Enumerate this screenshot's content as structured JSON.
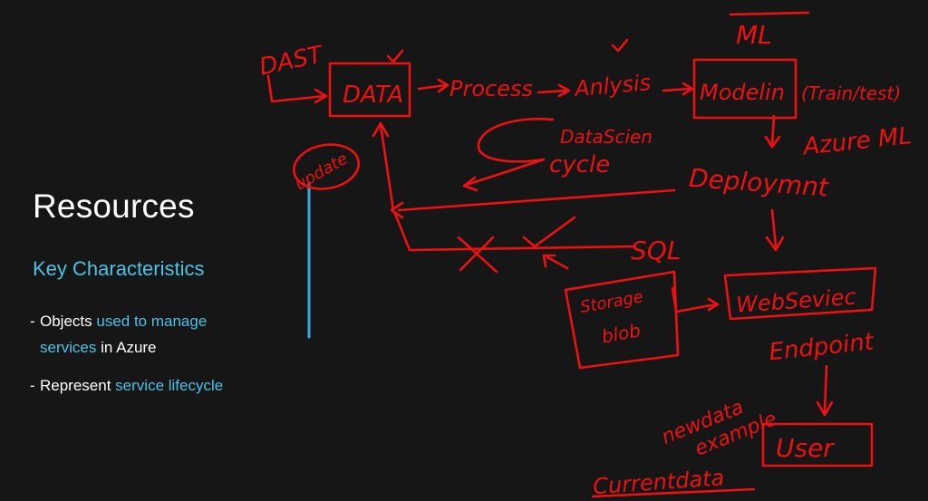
{
  "slide": {
    "title": "Resources",
    "subtitle": "Key Characteristics",
    "bullets": [
      {
        "dash": "-",
        "parts": {
          "a": "Objects ",
          "b": "used to manage services",
          "c": " in Azure"
        }
      },
      {
        "dash": "-",
        "parts": {
          "a": "Represent ",
          "b": "service lifecycle",
          "c": ""
        }
      }
    ]
  },
  "annotations": {
    "color": "#ee1111",
    "marker_color": "#3aa7e0",
    "labels": {
      "dast": "DAST",
      "data": "DATA",
      "process": "Process",
      "analysis": "Anlysis",
      "modeling": "Modelin",
      "train_test": "(Train/test)",
      "ml": "ML",
      "data_science": "DataScien",
      "cycle": "cycle",
      "azure_ml": "Azure ML",
      "update": "update",
      "deployment": "Deploymnt",
      "sql": "SQL",
      "storage": "Storage",
      "blob": "blob",
      "web_service": "WebSeviec",
      "endpoint": "Endpoint",
      "new_data": "newdata",
      "example": "example",
      "user": "User",
      "current_data": "Currentdata"
    }
  }
}
